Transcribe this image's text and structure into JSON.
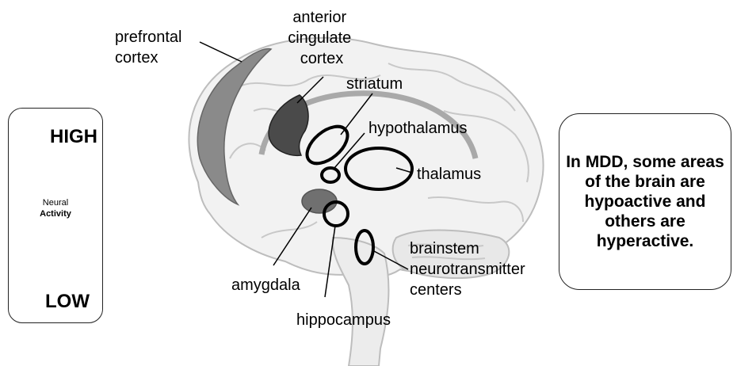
{
  "labels": {
    "prefrontal": [
      "prefrontal",
      "cortex"
    ],
    "anterior_cingulate": [
      "anterior",
      "cingulate",
      "cortex"
    ],
    "striatum": "striatum",
    "hypothalamus": "hypothalamus",
    "thalamus": "thalamus",
    "brainstem": [
      "brainstem",
      "neurotransmitter",
      "centers"
    ],
    "amygdala": "amygdala",
    "hippocampus": "hippocampus"
  },
  "legend": {
    "high": "HIGH",
    "neural": "Neural",
    "activity": "Activity",
    "low": "LOW"
  },
  "note": "In MDD, some areas of the brain are hypoactive and others are hyperactive.",
  "colors": {
    "brain_fill": "#f2f2f2",
    "brain_fold": "#c8c8c8",
    "prefrontal_fill": "#8a8a8a",
    "cingulate_fill": "#4a4a4a",
    "amygdala_fill": "#707070"
  }
}
